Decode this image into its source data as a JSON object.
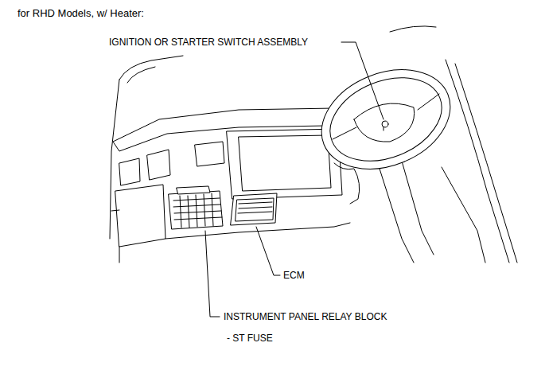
{
  "diagram": {
    "title": "for RHD Models, w/ Heater:",
    "labels": [
      "IGNITION OR STARTER SWITCH ASSEMBLY",
      "ECM",
      "INSTRUMENT PANEL RELAY BLOCK",
      "- ST FUSE"
    ]
  }
}
